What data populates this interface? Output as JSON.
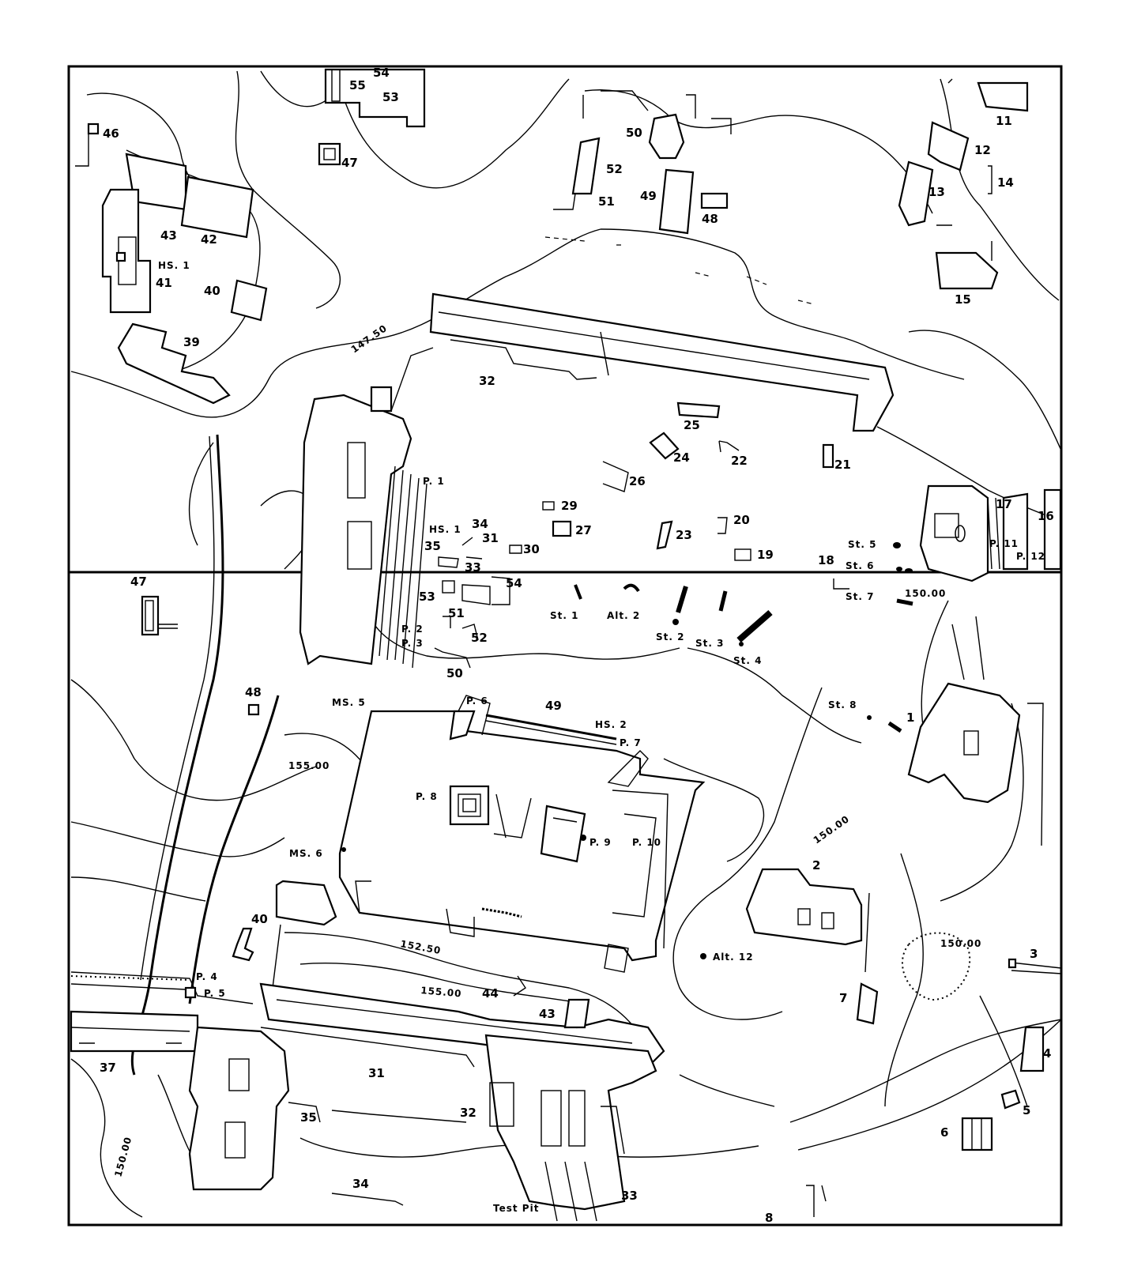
{
  "map": {
    "contours": {
      "c147_50": "147.50",
      "c150_00_e": "150.00",
      "c155_00_w": "155.00",
      "c150_00_se": "150.00",
      "c152_50": "152.50",
      "c155_00_s": "155.00",
      "c150_00_sw": "150.00",
      "c150_00_top": "150.00"
    },
    "north": {
      "b11": "11",
      "b12": "12",
      "b13": "13",
      "b14": "14",
      "b15": "15",
      "b16": "16",
      "b17": "17",
      "b18": "18",
      "b19": "19",
      "b20": "20",
      "b21": "21",
      "b22": "22",
      "b23": "23",
      "b24": "24",
      "b25": "25",
      "b26": "26",
      "b27": "27",
      "b29": "29",
      "b30": "30",
      "b31": "31",
      "b32": "32",
      "b33": "33",
      "b34": "34",
      "b35": "35",
      "b39": "39",
      "b40": "40",
      "b41": "41",
      "b42": "42",
      "b43": "43",
      "b46": "46",
      "b47": "47",
      "b48": "48",
      "b49": "49",
      "b50": "50",
      "b51": "51",
      "b52": "52",
      "b53": "53",
      "b54": "54",
      "b55": "55",
      "hs1a": "HS. 1",
      "hs1b": "HS. 1",
      "p1": "P. 1",
      "st5": "St. 5",
      "st6": "St. 6",
      "st7": "St. 7",
      "p11": "P. 11",
      "p12": "P. 12"
    },
    "south": {
      "b1": "1",
      "b2": "2",
      "b3": "3",
      "b4": "4",
      "b5": "5",
      "b6": "6",
      "b7": "7",
      "b8": "8",
      "b31": "31",
      "b32": "32",
      "b33": "33",
      "b34": "34",
      "b35": "35",
      "b37": "37",
      "b40": "40",
      "b43": "43",
      "b44": "44",
      "b47": "47",
      "b48": "48",
      "b49": "49",
      "b50": "50",
      "b51": "51",
      "b52": "52",
      "b53": "53",
      "b54": "54",
      "p2": "P. 2",
      "p3": "P. 3",
      "p4": "P. 4",
      "p5": "P. 5",
      "p6": "P. 6",
      "p7": "P. 7",
      "p8": "P. 8",
      "p9": "P. 9",
      "p10": "P. 10",
      "hs2": "HS. 2",
      "ms5": "MS. 5",
      "ms6": "MS. 6",
      "st1": "St. 1",
      "st2": "St. 2",
      "st3": "St. 3",
      "st4": "St. 4",
      "st8": "St. 8",
      "alt2": "Alt. 2",
      "alt12": "Alt. 12",
      "test_pit": "Test Pit"
    }
  }
}
